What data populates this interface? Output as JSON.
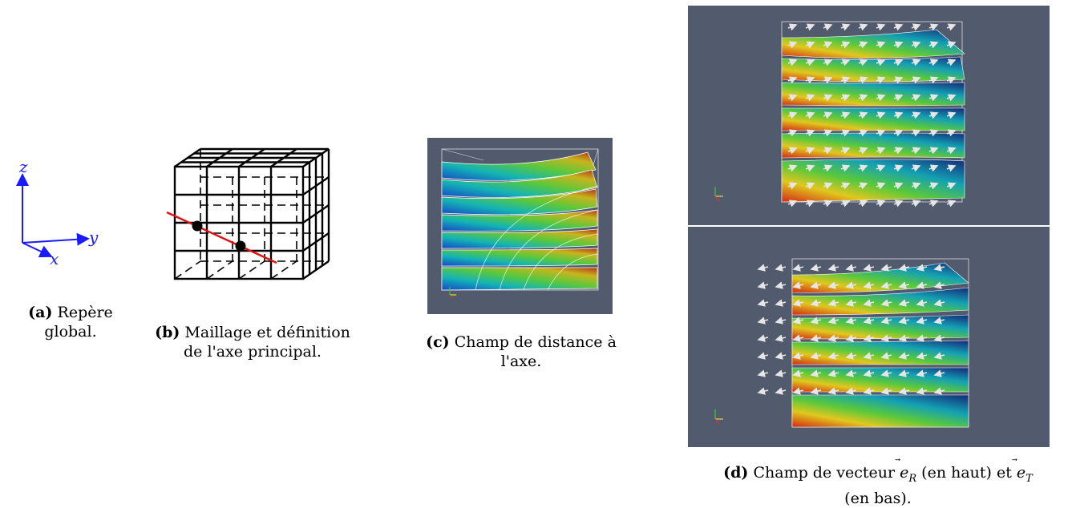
{
  "subfigures": [
    {
      "id": "a",
      "label": "(a)",
      "caption_lines": [
        "Repère",
        "global."
      ],
      "axis_labels": {
        "z": "z",
        "y": "y",
        "x": "x"
      }
    },
    {
      "id": "b",
      "label": "(b)",
      "caption_lines": [
        "Maillage et définition",
        "de l'axe principal."
      ]
    },
    {
      "id": "c",
      "label": "(c)",
      "caption_lines": [
        "Champ de distance à",
        "l'axe."
      ]
    },
    {
      "id": "d",
      "label": "(d)",
      "caption_line1_parts": [
        "Champ de vecteur ",
        "e",
        "R",
        " (en haut) et ",
        "e",
        "T"
      ],
      "caption_line2": "(en bas)."
    }
  ],
  "colors": {
    "axis_blue": "#1a1aff",
    "axis_line_red": "#e01010",
    "background_dark": "#525a6e",
    "arrow_white": "#e6e6e6"
  }
}
